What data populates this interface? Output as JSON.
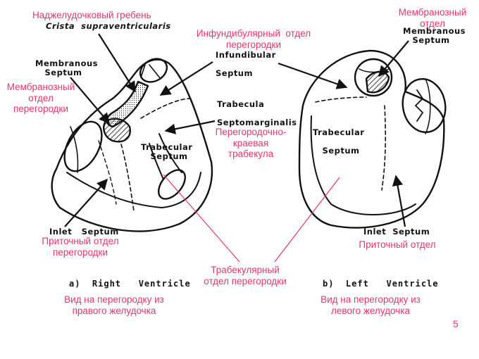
{
  "labels_ru": {
    "crista": "Наджелудочковый гребень",
    "membranous_left": "Мембранозный\nотдел\nперегородки",
    "infundibular": "Инфундибулярный  отдел\nперегородки",
    "membranous_right": "Мембранозный\nотдел",
    "septomarginal": "Перегородочно-\nкраевая\nтрабекула",
    "inlet_rv": "Приточный отдел\nперегородки",
    "trabecular": "Трабекулярный\nотдел перегородки",
    "inlet_lv": "Приточный отдел",
    "view_rv": "Вид на перегородку из\nправого желудочка",
    "view_lv": "Вид на перегородку из\nлевого желудочка"
  },
  "labels_en": {
    "crista": "Crista  supraventricularis",
    "membranous_rv": "Membranous\n   Septum",
    "infundibular": "Infundibular\n\nSeptum",
    "trabecula": "Trabecula\n\nSeptomarginalis",
    "trabecular_rv": "Trabecular\n   Septum",
    "inlet_rv": "Inlet   Septum",
    "membranous_lv": "Membranous\n   Septum",
    "trabecular_lv": "Trabecular\n\n   Septum",
    "inlet_lv": "Inlet  Septum"
  },
  "captions": {
    "rv": "a)  Right   Ventricle",
    "lv": "b)  Left   Ventricle"
  },
  "page_number": "5",
  "colors": {
    "russian_text": "#e8336b",
    "drawing": "#111111"
  }
}
